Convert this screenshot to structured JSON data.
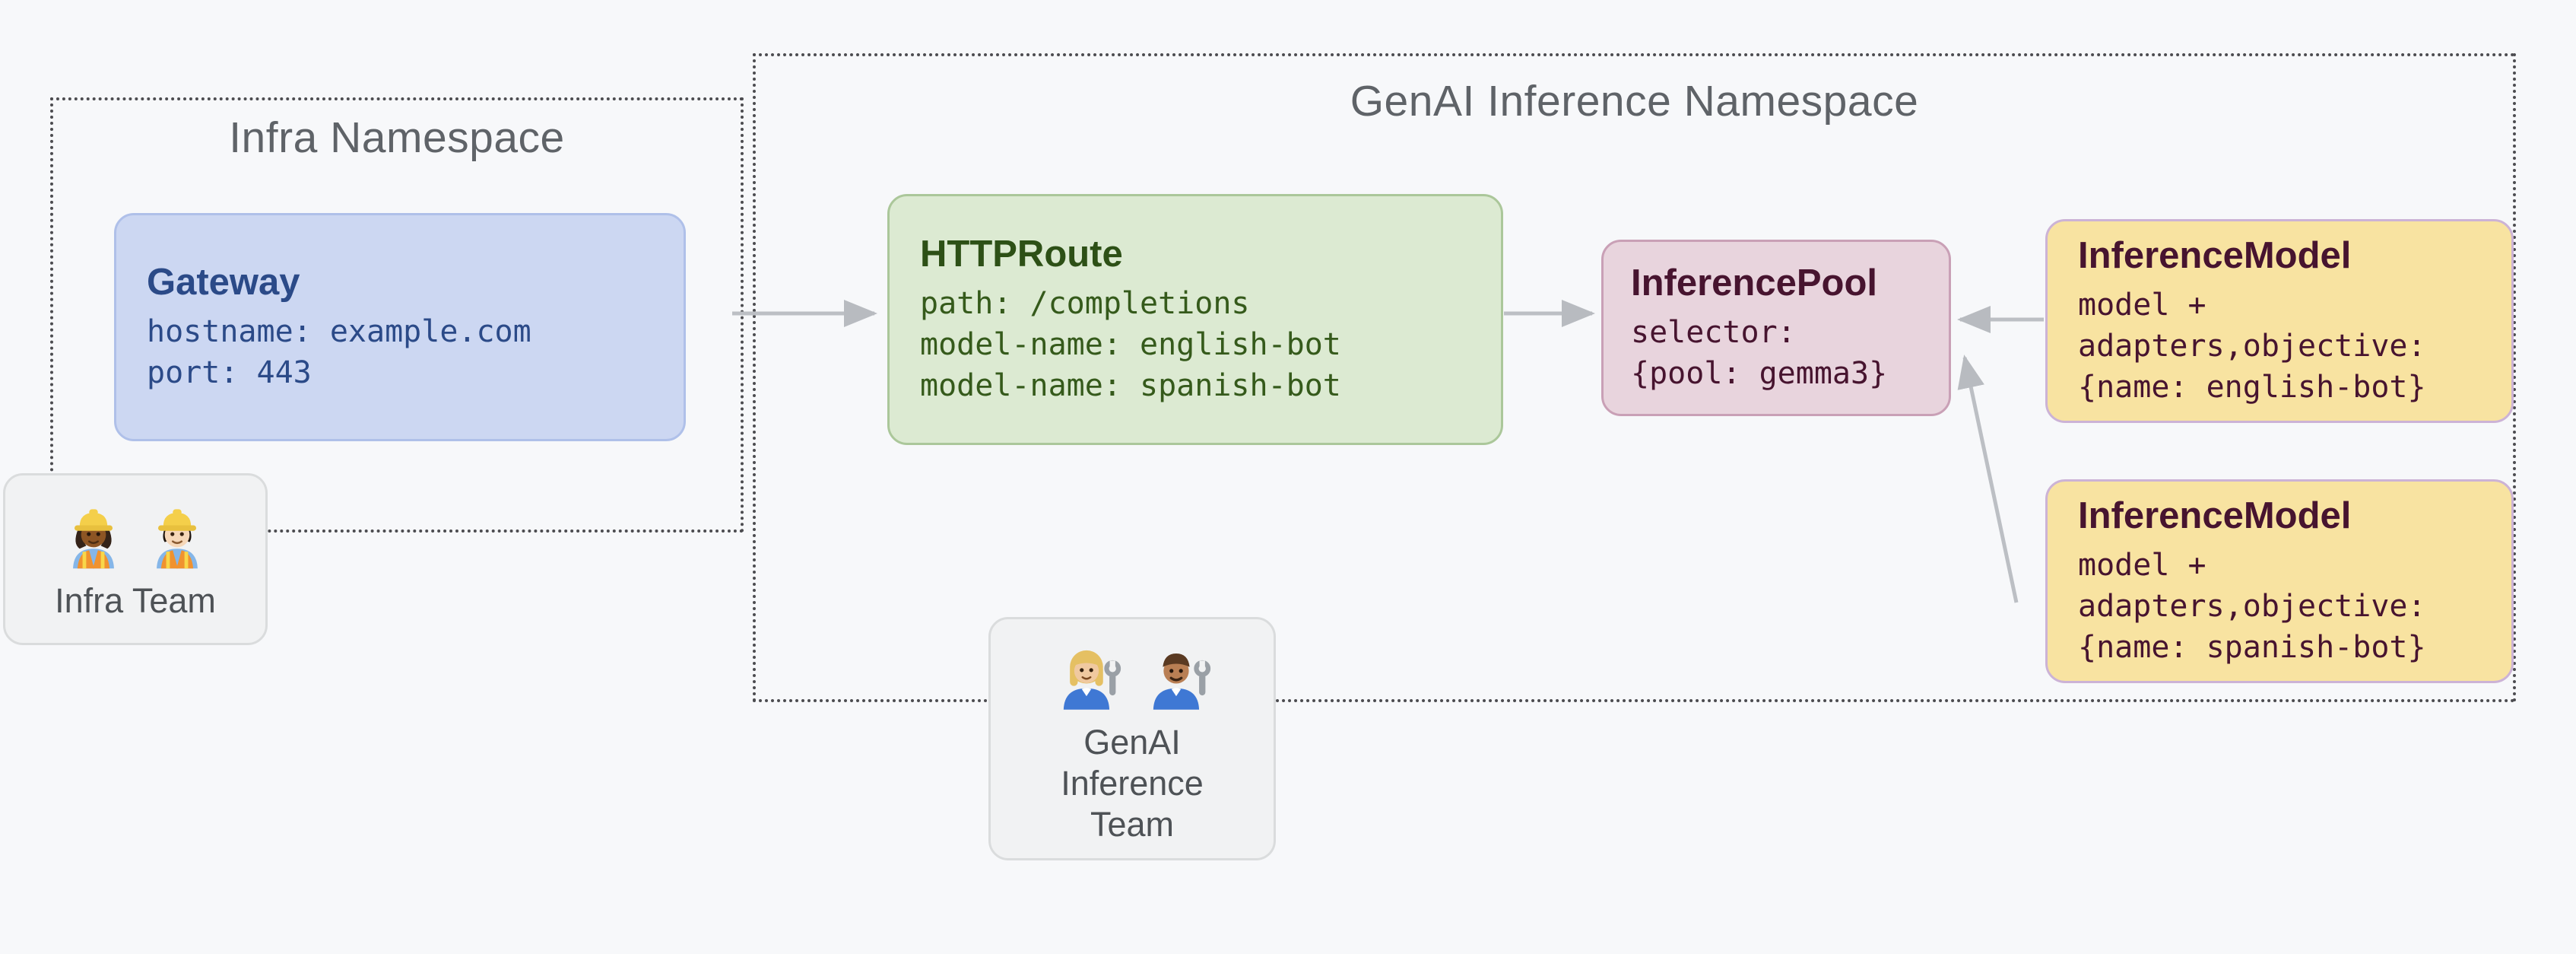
{
  "page": {
    "background": "#f7f8fa"
  },
  "namespaces": {
    "infra": {
      "title": "Infra Namespace"
    },
    "genai": {
      "title": "GenAI Inference Namespace"
    }
  },
  "nodes": {
    "gateway": {
      "title": "Gateway",
      "lines": [
        "hostname: example.com",
        "port: 443"
      ],
      "fill": "#ccd7f2",
      "border": "#afc0e9",
      "title_color": "#2b4a88",
      "text_color": "#2b4a88"
    },
    "httproute": {
      "title": "HTTPRoute",
      "lines": [
        "path: /completions",
        "model-name: english-bot",
        "model-name: spanish-bot"
      ],
      "fill": "#dcead2",
      "border": "#abc79a",
      "title_color": "#2d5016",
      "text_color": "#355a1b"
    },
    "inferencepool": {
      "title": "InferencePool",
      "lines": [
        "selector:",
        "{pool: gemma3}"
      ],
      "fill": "#e8d4dd",
      "border": "#c9a0b6",
      "title_color": "#47142f",
      "text_color": "#47142f"
    },
    "inferencemodel_english": {
      "title": "InferenceModel",
      "lines": [
        "model +",
        "adapters,objective:",
        "{name: english-bot}"
      ],
      "fill": "#f8e3a1",
      "border": "#ccb3d6",
      "title_color": "#47142f",
      "text_color": "#47142f"
    },
    "inferencemodel_spanish": {
      "title": "InferenceModel",
      "lines": [
        "model +",
        "adapters,objective:",
        "{name: spanish-bot}"
      ],
      "fill": "#f8e3a1",
      "border": "#ccb3d6",
      "title_color": "#47142f",
      "text_color": "#47142f"
    }
  },
  "teams": {
    "infra": {
      "label": "Infra Team",
      "emoji": "👷🏾‍♀️👷🏻",
      "icons": [
        "woman-construction-worker",
        "man-construction-worker"
      ]
    },
    "genai": {
      "label": "GenAI Inference Team",
      "emoji": "👩🏼‍🔧👨🏽‍🔧",
      "icons": [
        "woman-mechanic",
        "man-mechanic"
      ]
    }
  },
  "connections": [
    {
      "from": "gateway",
      "to": "httproute"
    },
    {
      "from": "httproute",
      "to": "inferencepool"
    },
    {
      "from": "inferencemodel_english",
      "to": "inferencepool"
    },
    {
      "from": "inferencemodel_spanish",
      "to": "inferencepool"
    }
  ],
  "colors": {
    "arrow": "#bcbfc4",
    "dotted_border": "#4c4c50",
    "namespace_title": "#5f6368",
    "team_fill": "#f1f2f3",
    "team_border": "#dadcdd",
    "team_text": "#4e5256"
  }
}
